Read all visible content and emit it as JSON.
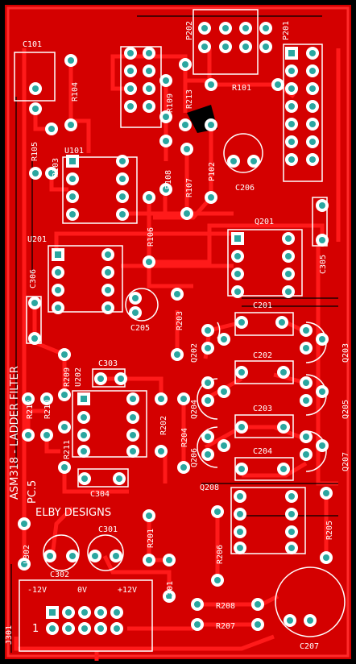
{
  "board": {
    "title": "ASM318 - LADDER FILTER",
    "version": "PC.5",
    "maker": "ELBY DESIGNS",
    "power": {
      "neg": "-12V",
      "gnd": "0V",
      "pos": "+12V"
    },
    "pin1": "1"
  },
  "colors": {
    "copper": "#d40000",
    "trace": "#ff1a1a",
    "silk": "#ffffff",
    "pad": "#2aa6a0",
    "board": "#000000"
  },
  "labels": {
    "C101": "C101",
    "R104": "R104",
    "R105": "R105",
    "R103": "R103",
    "U101": "U101",
    "R109": "R109",
    "R213": "R213",
    "R101": "R101",
    "P202": "P202",
    "P201": "P201",
    "P102": "P102",
    "R108": "R108",
    "R107": "R107",
    "C206": "C206",
    "R106": "R106",
    "Q201": "Q201",
    "U201": "U201",
    "C306": "C306",
    "C305": "C305",
    "C205": "C205",
    "R203": "R203",
    "C201": "C201",
    "Q202": "Q202",
    "Q203": "Q203",
    "C202": "C202",
    "R209": "R209",
    "C303": "C303",
    "U202": "U202",
    "R212": "R212",
    "R210": "R210",
    "Q204": "Q204",
    "Q205": "Q205",
    "R202": "R202",
    "R204": "R204",
    "C203": "C203",
    "Q206": "Q206",
    "R211": "R211",
    "C204": "C204",
    "Q207": "Q207",
    "C304": "C304",
    "Q208": "Q208",
    "R201": "R201",
    "C301": "C301",
    "L302": "L302",
    "C302": "C302",
    "R206": "R206",
    "R205": "R205",
    "L301": "L301",
    "R208": "R208",
    "R207": "R207",
    "C207": "C207",
    "J301": "J301"
  }
}
